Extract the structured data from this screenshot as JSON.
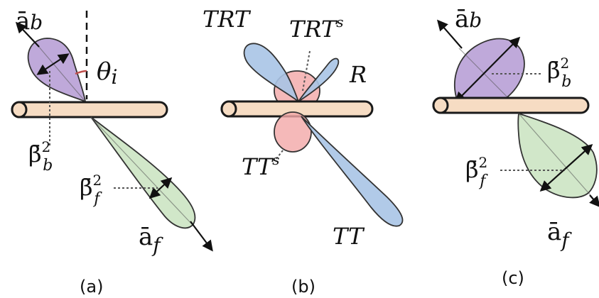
{
  "panel_a": {
    "caption": "(a)",
    "a_b": "ā",
    "a_b_sub": "b",
    "theta": "θ",
    "theta_sub": "i",
    "beta_b": "β̄",
    "beta_b_sup": "2",
    "beta_b_sub": "b",
    "beta_f": "β̄",
    "beta_f_sup": "2",
    "beta_f_sub": "f",
    "a_f": "ā",
    "a_f_sub": "f"
  },
  "panel_b": {
    "caption": "(b)",
    "trt": "TRT",
    "trts": "TRT",
    "trts_sup": "s",
    "r": "R",
    "tts": "TT",
    "tts_sup": "s",
    "tt": "TT"
  },
  "panel_c": {
    "caption": "(c)",
    "a_b": "ā",
    "a_b_sub": "b",
    "beta_b": "β̄",
    "beta_b_sup": "2",
    "beta_b_sub": "b",
    "beta_f": "β̄",
    "beta_f_sup": "2",
    "beta_f_sub": "f",
    "a_f": "ā",
    "a_f_sub": "f"
  },
  "colors": {
    "fiber": "#f6dcc3",
    "back_lobe": "#b49ad3",
    "forward_lobe": "#cfe6c6",
    "specular_lobe": "#a9c4e6",
    "reflection_lobe": "#f2a8a8"
  }
}
